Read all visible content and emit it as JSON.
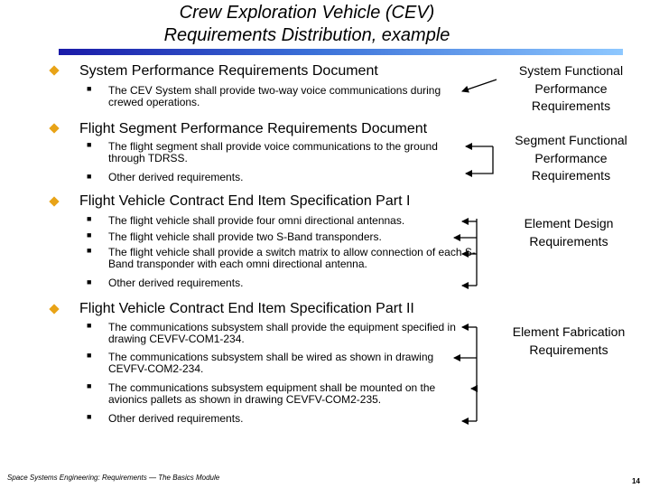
{
  "title": {
    "line1": "Crew Exploration Vehicle (CEV)",
    "line2": "Requirements Distribution, example"
  },
  "sections": [
    {
      "heading": "System Performance Requirements Document",
      "bullets": [
        "The CEV System shall provide two-way voice communications during crewed operations."
      ]
    },
    {
      "heading": "Flight Segment Performance Requirements Document",
      "bullets": [
        "The flight segment shall provide voice communications to the ground through TDRSS.",
        "Other derived requirements."
      ]
    },
    {
      "heading": "Flight Vehicle Contract End Item Specification Part I",
      "bullets": [
        "The flight vehicle shall provide four omni directional antennas.",
        "The flight vehicle shall provide two S-Band transponders.",
        "The flight vehicle shall provide a switch matrix to allow connection of each S-Band transponder with each omni directional antenna.",
        "Other derived requirements."
      ]
    },
    {
      "heading": "Flight Vehicle Contract End Item Specification Part II",
      "bullets": [
        "The communications subsystem shall provide the equipment specified in drawing CEVFV-COM1-234.",
        "The communications subsystem shall be wired as shown in drawing CEVFV-COM2-234.",
        "The communications subsystem equipment shall be mounted on the avionics pallets as shown in drawing CEVFV-COM2-235.",
        "Other derived requirements."
      ]
    }
  ],
  "categories": [
    {
      "label": "System Functional Performance Requirements"
    },
    {
      "label": "Segment Functional Performance Requirements"
    },
    {
      "label": "Element Design Requirements"
    },
    {
      "label": "Element Fabrication Requirements"
    }
  ],
  "footer": "Space Systems Engineering: Requirements — The Basics Module",
  "page_number": "14",
  "colors": {
    "bullet_diamond": "#e8a317",
    "title_bar_start": "#1a1aa8",
    "title_bar_end": "#8ec8ff"
  }
}
